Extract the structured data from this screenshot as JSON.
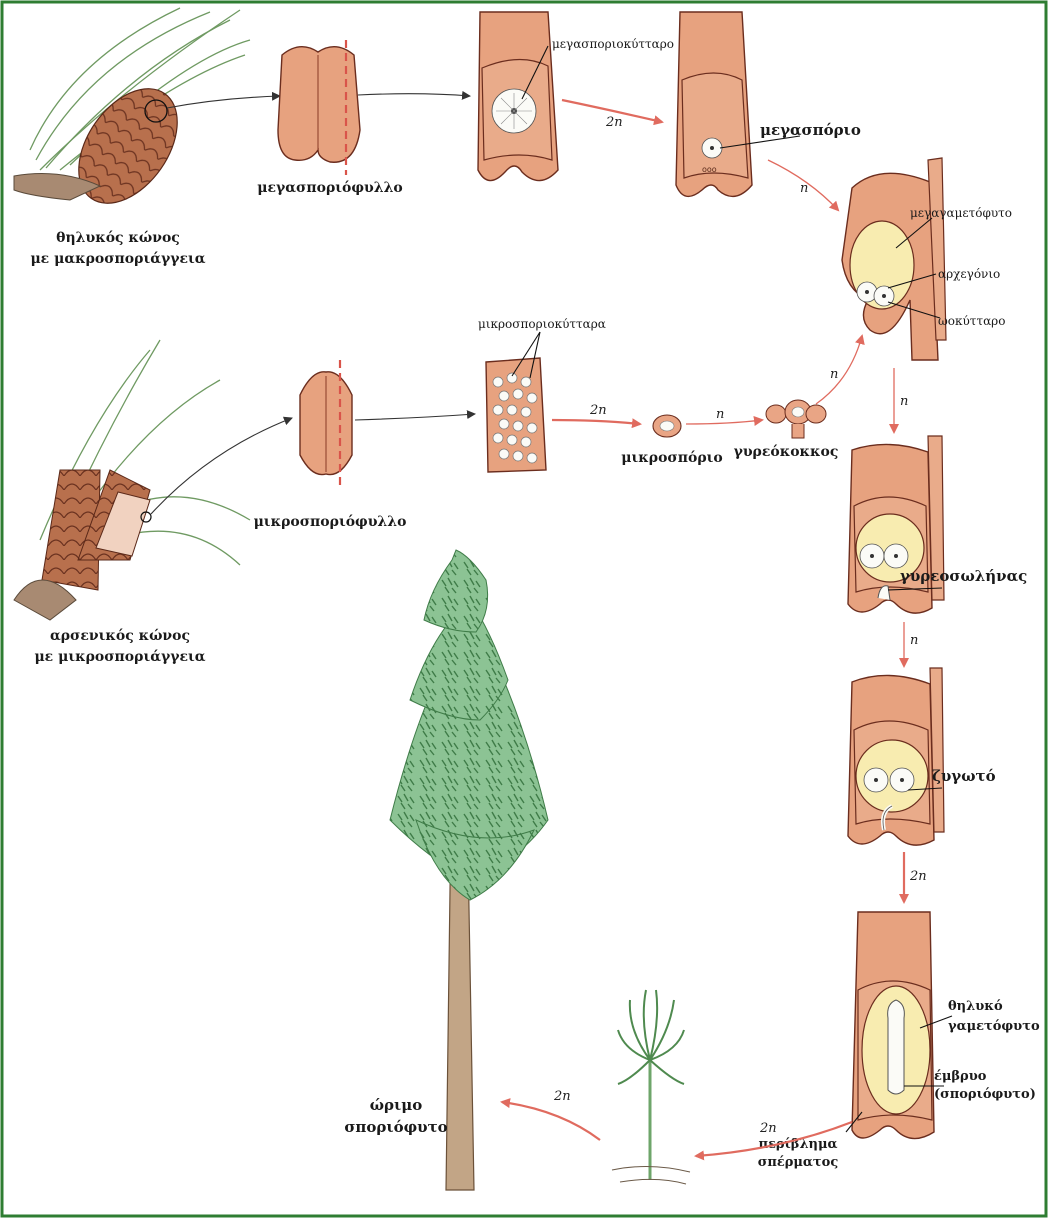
{
  "colors": {
    "frame": "#2e7d32",
    "tissue": "#e7a27f",
    "gametophyte": "#f8ecb0",
    "flow_arrow": "#e06b5f",
    "foliage": "#6fae7a",
    "trunk": "#8a6a4a"
  },
  "labels": {
    "female_cone": [
      "θηλυκός κώνος",
      "με μακροσποριάγγεια"
    ],
    "megasporophyll": "μεγασποριόφυλλο",
    "megasporocyte": "μεγασποριοκύτταρο",
    "megaspore": "μεγασπόριο",
    "megagametophyte": "μεγαγαμετόφυτο",
    "archegonium": "αρχεγόνιο",
    "egg_cell": "ωοκύτταρο",
    "male_cone": [
      "αρσενικός κώνος",
      "με μικροσποριάγγεια"
    ],
    "microsporophyll": "μικροσποριόφυλλο",
    "microsporocytes": "μικροσποριοκύτταρα",
    "microspore": "μικροσπόριο",
    "pollen_grain": "γυρεόκοκκος",
    "pollen_tube": "γυρεοσωλήνας",
    "zygote": "ζυγωτό",
    "female_gametophyte": [
      "θηλυκό",
      "γαμετόφυτο"
    ],
    "embryo": [
      "έμβρυο",
      "(σποριόφυτο)"
    ],
    "seed_coat": [
      "περίβλημα",
      "σπέρματος"
    ],
    "mature_sporophyte": [
      "ώριμο",
      "σποριόφυτο"
    ]
  },
  "ploidy": {
    "diploid": "2n",
    "haploid": "n"
  }
}
